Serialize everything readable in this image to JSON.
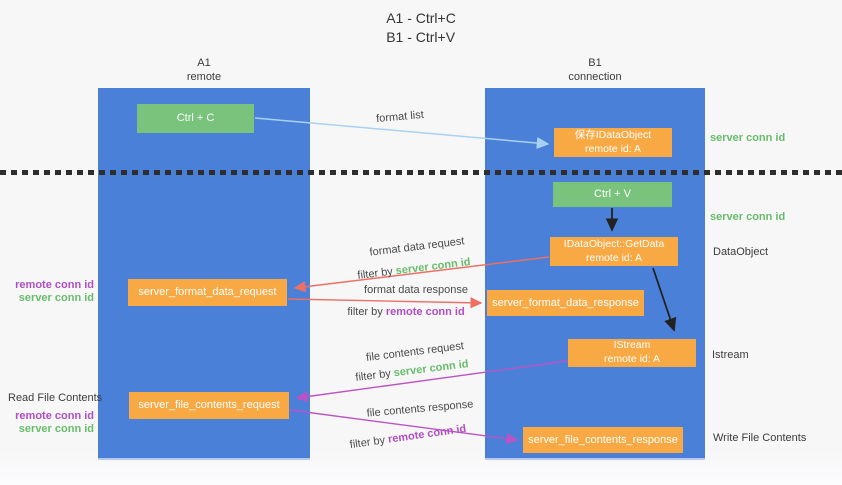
{
  "title": {
    "line1": "A1 - Ctrl+C",
    "line2": "B1 - Ctrl+V"
  },
  "columns": {
    "a1": {
      "name": "A1",
      "subtitle": "remote"
    },
    "b1": {
      "name": "B1",
      "subtitle": "connection"
    }
  },
  "boxes": {
    "ctrl_c": "Ctrl + C",
    "ctrl_v": "Ctrl + V",
    "save_dataobject_line1": "保存IDataObject",
    "save_dataobject_line2": "remote id: A",
    "getdata_line1": "IDataObject::GetData",
    "getdata_line2": "remote id: A",
    "istream_line1": "IStream",
    "istream_line2": "remote id: A",
    "server_format_data_request": "server_format_data_request",
    "server_format_data_response": "server_format_data_response",
    "server_file_contents_request": "server_file_contents_request",
    "server_file_contents_response": "server_file_contents_response"
  },
  "arrow_labels": {
    "format_list": "format list",
    "format_data_request": "format data request",
    "format_data_response": "format data response",
    "file_contents_request": "file contents request",
    "file_contents_response": "file contents response",
    "filter_by": "filter by"
  },
  "side_labels": {
    "server_conn_id": "server conn id",
    "remote_conn_id": "remote conn id",
    "dataobject": "DataObject",
    "istream": "Istream",
    "read_file_contents": "Read File Contents",
    "write_file_contents": "Write File Contents"
  },
  "colors": {
    "column_blue": "#4a80d8",
    "box_green": "#79c37c",
    "box_orange": "#f9a943",
    "arrow_blue": "#a9d1f2",
    "arrow_red": "#ee6f64",
    "arrow_purple": "#bc53c5",
    "arrow_black": "#222222",
    "label_green": "#67bd6b",
    "label_purple": "#b04fc4"
  }
}
